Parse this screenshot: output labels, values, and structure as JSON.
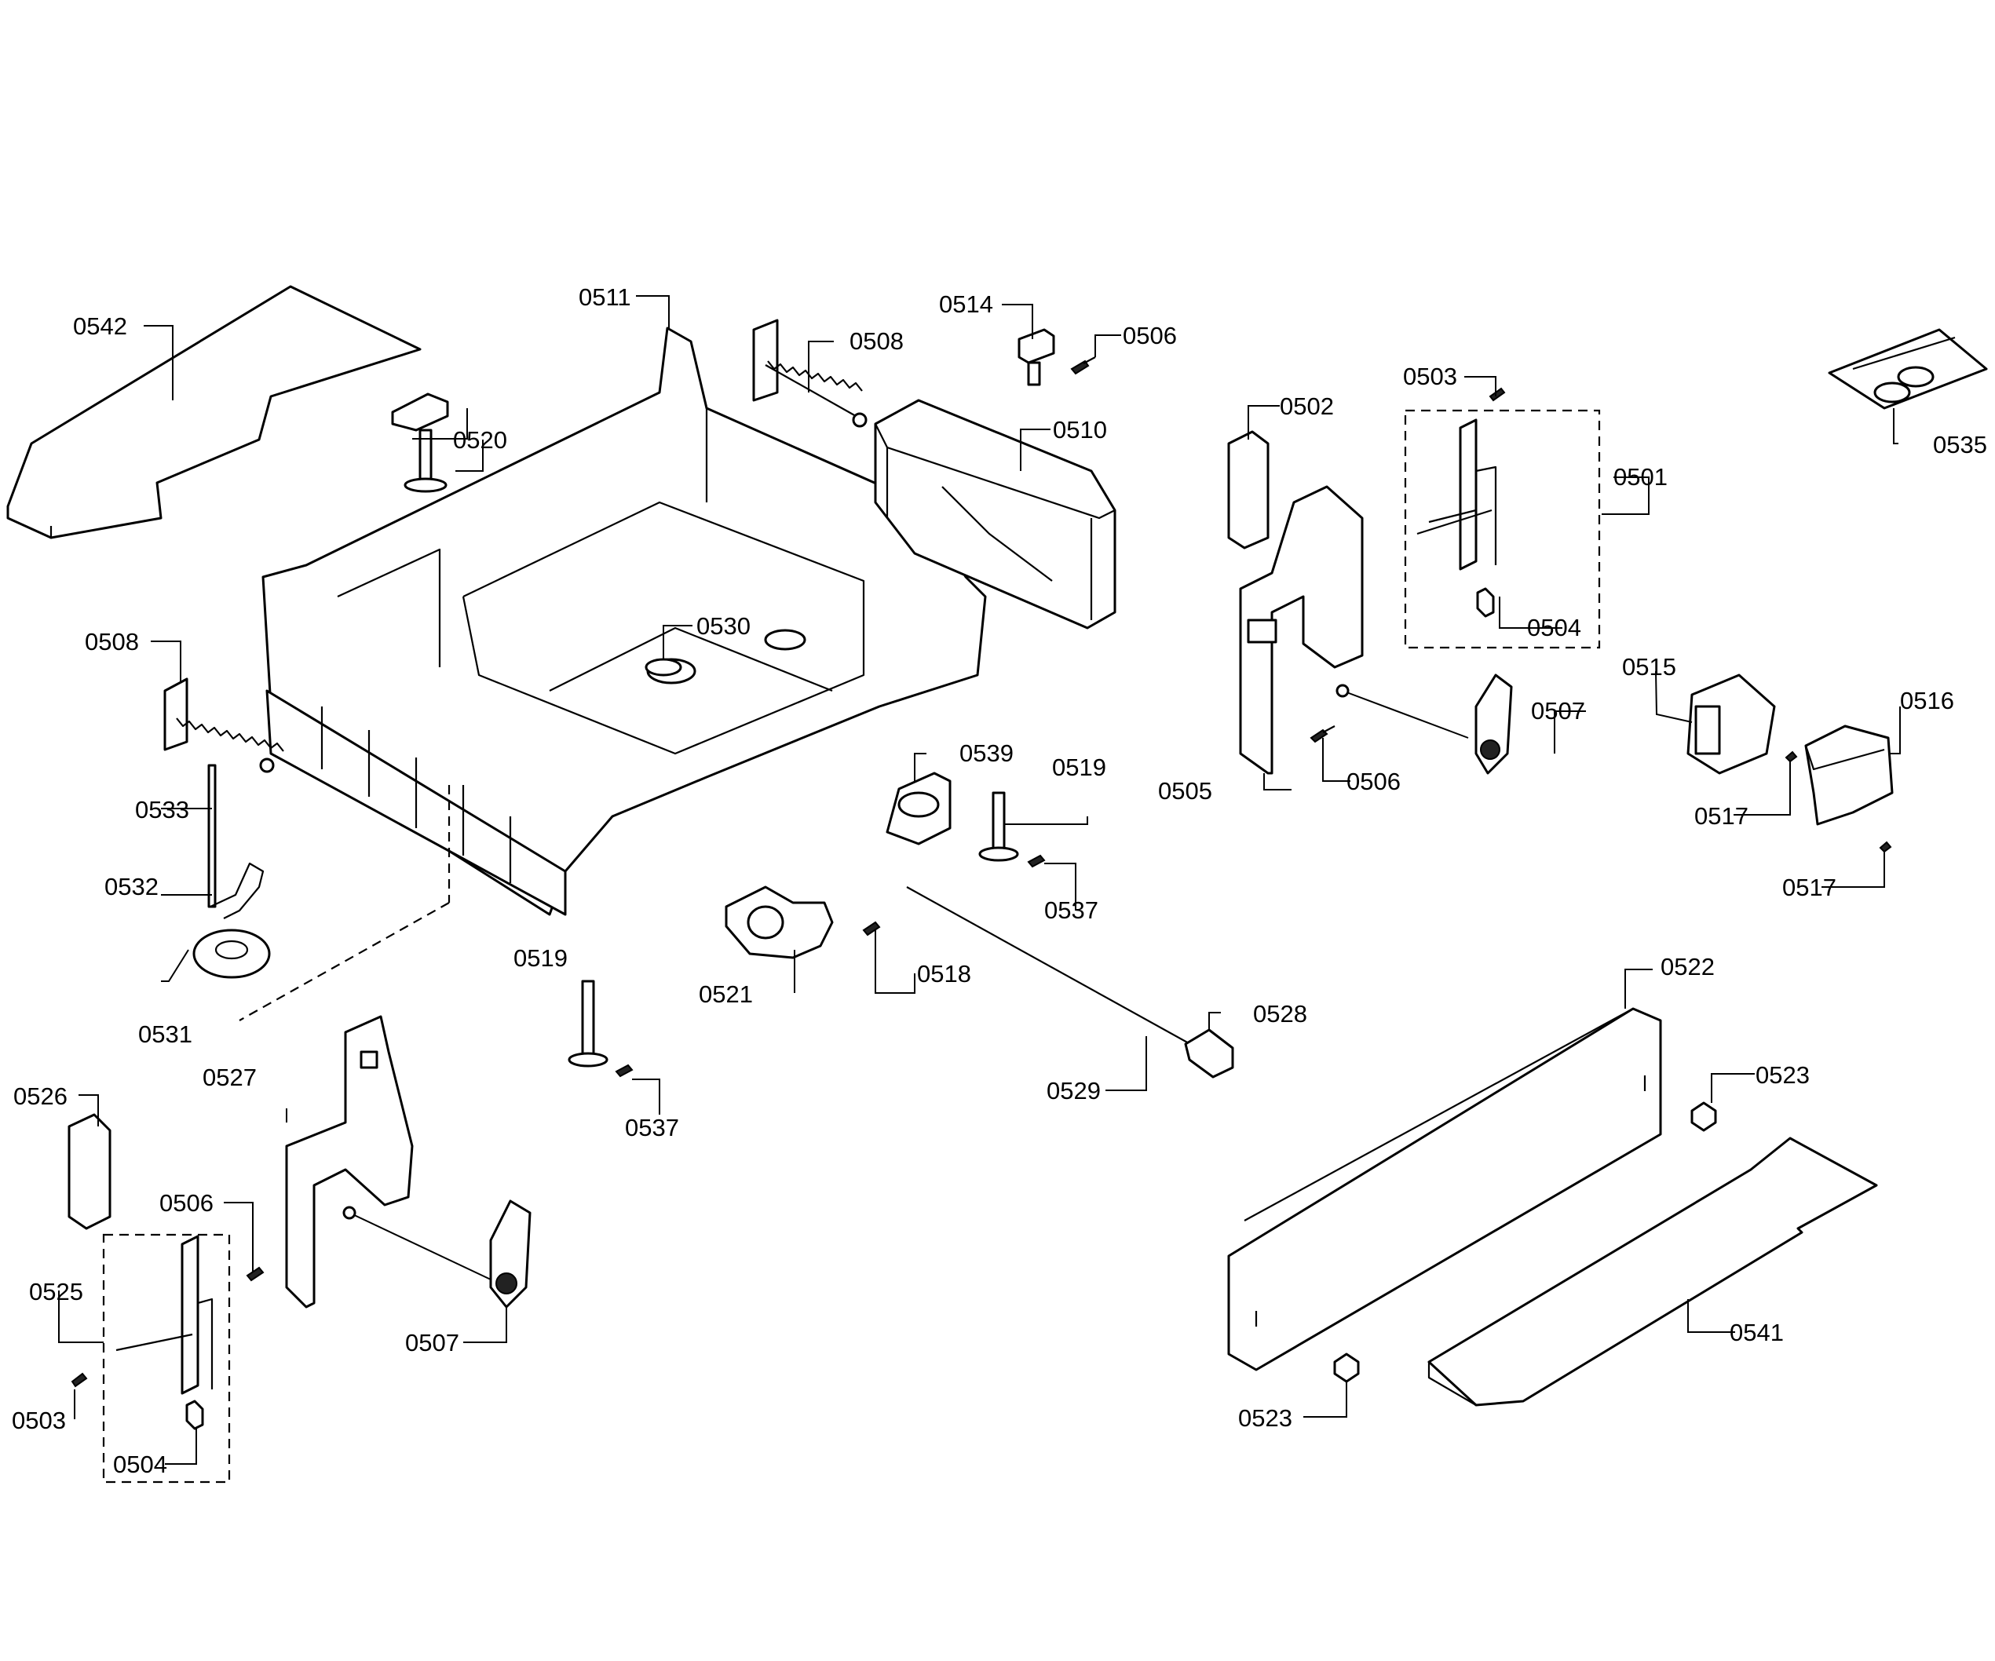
{
  "labels": {
    "p0501": "0501",
    "p0502": "0502",
    "p0503a": "0503",
    "p0503b": "0503",
    "p0504a": "0504",
    "p0504b": "0504",
    "p0505": "0505",
    "p0506a": "0506",
    "p0506b": "0506",
    "p0506c": "0506",
    "p0507a": "0507",
    "p0507b": "0507",
    "p0508a": "0508",
    "p0508b": "0508",
    "p0510": "0510",
    "p0511": "0511",
    "p0514": "0514",
    "p0515": "0515",
    "p0516": "0516",
    "p0517a": "0517",
    "p0517b": "0517",
    "p0518": "0518",
    "p0519a": "0519",
    "p0519b": "0519",
    "p0520": "0520",
    "p0521": "0521",
    "p0522": "0522",
    "p0523a": "0523",
    "p0523b": "0523",
    "p0525": "0525",
    "p0526": "0526",
    "p0527": "0527",
    "p0528": "0528",
    "p0529": "0529",
    "p0530": "0530",
    "p0531": "0531",
    "p0532": "0532",
    "p0533": "0533",
    "p0535": "0535",
    "p0537a": "0537",
    "p0537b": "0537",
    "p0539": "0539",
    "p0541": "0541",
    "p0542": "0542"
  }
}
